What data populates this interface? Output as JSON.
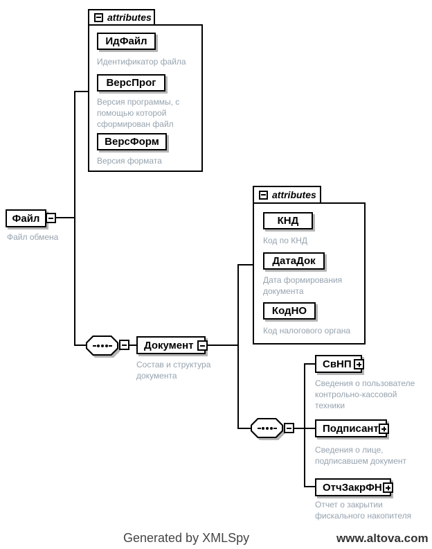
{
  "diagram": {
    "root": {
      "name": "Файл",
      "annotation": "Файл обмена"
    },
    "file_attributes": {
      "label": "attributes",
      "items": [
        {
          "name": "ИдФайл",
          "annotation": [
            "Идентификатор файла"
          ]
        },
        {
          "name": "ВерсПрог",
          "annotation": [
            "Версия программы, с",
            "помощью которой",
            "сформирован файл"
          ]
        },
        {
          "name": "ВерсФорм",
          "annotation": [
            "Версия формата"
          ]
        }
      ]
    },
    "document": {
      "name": "Документ",
      "annotation": [
        "Состав и структура",
        "документа"
      ]
    },
    "document_attributes": {
      "label": "attributes",
      "items": [
        {
          "name": "КНД",
          "annotation": [
            "Код по КНД"
          ]
        },
        {
          "name": "ДатаДок",
          "annotation": [
            "Дата формирования",
            "документа"
          ]
        },
        {
          "name": "КодНО",
          "annotation": [
            "Код налогового органа"
          ]
        }
      ]
    },
    "document_children": [
      {
        "name": "СвНП",
        "annotation": [
          "Сведения о пользователе",
          "контрольно-кассовой",
          "техники"
        ]
      },
      {
        "name": "Подписант",
        "annotation": [
          "Сведения о лице,",
          "подписавшем документ"
        ]
      },
      {
        "name": "ОтчЗакрФН",
        "annotation": [
          "Отчет о закрытии",
          "фискального накопителя"
        ]
      }
    ],
    "colors": {
      "line": "#000000",
      "annotation": "#96a3af",
      "shadow": "#b5b5b5"
    }
  },
  "footer": {
    "generated_by": "Generated by XMLSpy",
    "website": "www.altova.com"
  }
}
